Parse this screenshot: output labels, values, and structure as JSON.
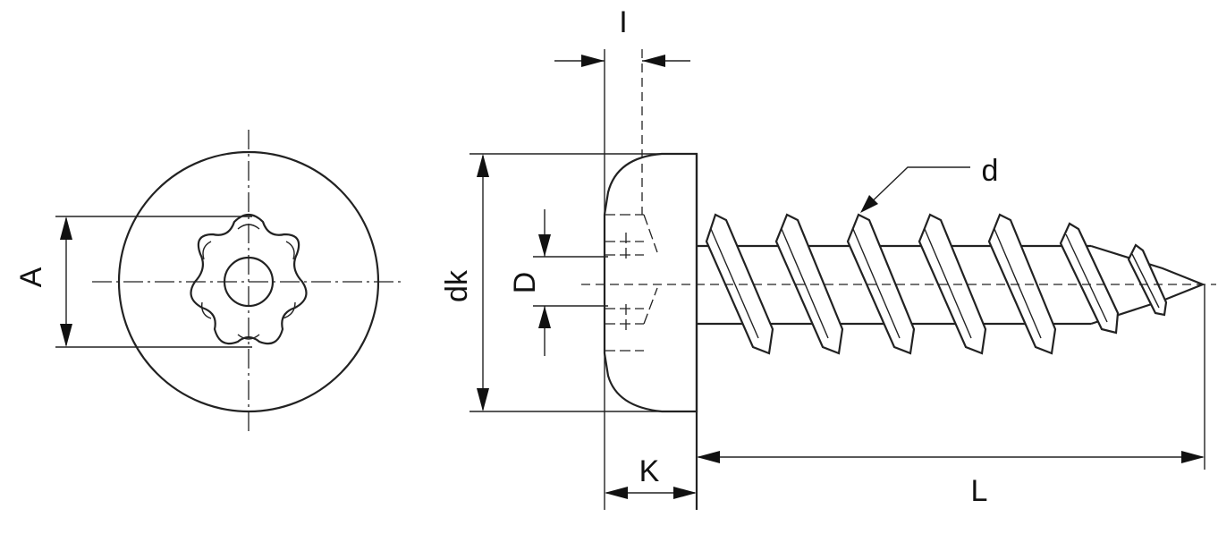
{
  "labels": {
    "A": "A",
    "D": "D",
    "dk": "dk",
    "I": "I",
    "d": "d",
    "K": "K",
    "L": "L"
  },
  "colors": {
    "line": "#222222",
    "background": "#ffffff"
  }
}
